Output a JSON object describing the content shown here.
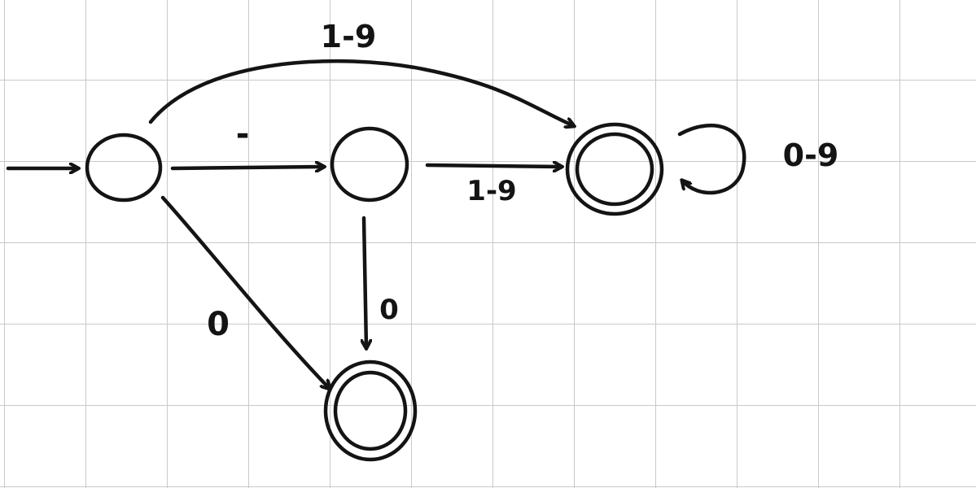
{
  "diagram": {
    "colors": {
      "paper": "#ffffff",
      "grid": "#c9c9c9",
      "ink": "#141414"
    },
    "states": [
      {
        "id": "q0",
        "accepting": false,
        "start": true
      },
      {
        "id": "q1",
        "accepting": false,
        "start": false
      },
      {
        "id": "q2",
        "accepting": true,
        "start": false
      },
      {
        "id": "q3",
        "accepting": true,
        "start": false
      }
    ],
    "transitions": [
      {
        "from": "q0",
        "to": "q2",
        "label": "1-9"
      },
      {
        "from": "q0",
        "to": "q1",
        "label": "-"
      },
      {
        "from": "q1",
        "to": "q2",
        "label": "1-9"
      },
      {
        "from": "q2",
        "to": "q2",
        "label": "0-9"
      },
      {
        "from": "q0",
        "to": "q3",
        "label": "0"
      },
      {
        "from": "q1",
        "to": "q3",
        "label": "0"
      }
    ]
  }
}
